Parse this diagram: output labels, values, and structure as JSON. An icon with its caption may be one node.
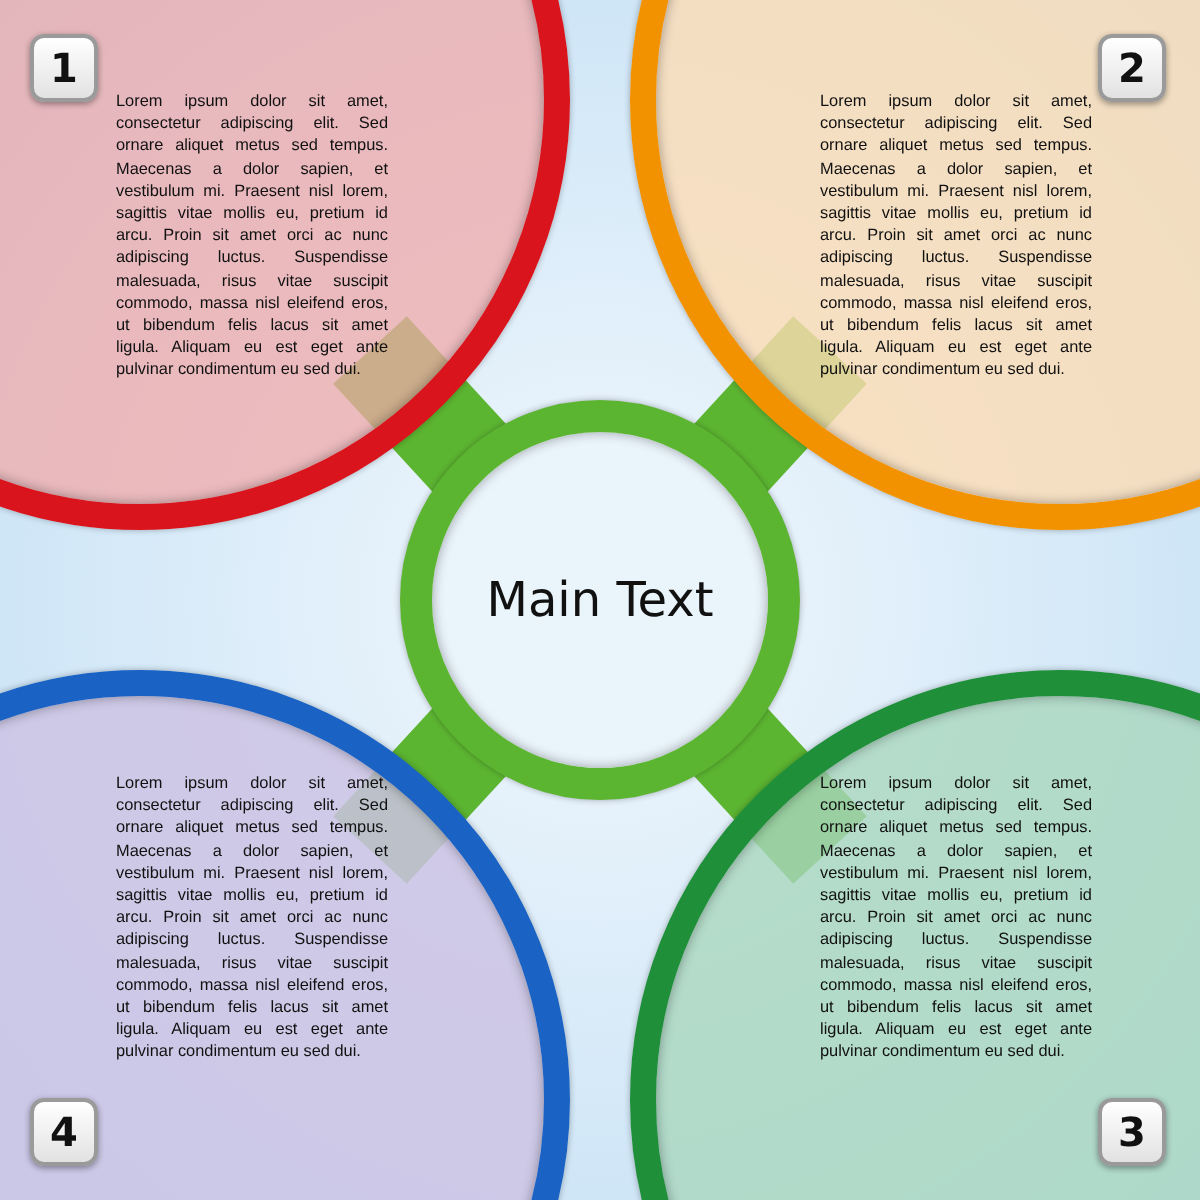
{
  "diagram": {
    "nodes": [
      {
        "text": [
          "1",
          "Lorem ipsum dolor sit amet, consectetur adipiscing elit. Sed ornare aliquet metus sed tempus. Maecenas a dolor sapien, et vestibulum mi. Praesent nisl lorem, sagittis vitae mollis eu, pretium id arcu. Proin sit amet orci ac nunc adipiscing luctus. Suspendisse malesuada, risus vitae suscipit commodo, massa nisl eleifend eros, ut bibendum felis lacus sit amet ligula. Aliquam eu est eget ante pulvinar condimentum eu sed dui."
        ]
      },
      {
        "text": [
          "2",
          "Lorem ipsum dolor sit amet, consectetur adipiscing elit. Sed ornare aliquet metus sed tempus. Maecenas a dolor sapien, et vestibulum mi. Praesent nisl lorem, sagittis vitae mollis eu, pretium id arcu. Proin sit amet orci ac nunc adipiscing luctus. Suspendisse malesuada, risus vitae suscipit commodo, massa nisl eleifend eros, ut bibendum felis lacus sit amet ligula. Aliquam eu est eget ante pulvinar condimentum eu sed dui."
        ]
      },
      {
        "text": [
          "Main Text"
        ]
      },
      {
        "text": [
          "4",
          "Lorem ipsum dolor sit amet, consectetur adipiscing elit. Sed ornare aliquet metus sed tempus. Maecenas a dolor sapien, et vestibulum mi. Praesent nisl lorem, sagittis vitae mollis eu, pretium id arcu. Proin sit amet orci ac nunc adipiscing luctus. Suspendisse malesuada, risus vitae suscipit commodo, massa nisl eleifend eros, ut bibendum felis lacus sit amet ligula. Aliquam eu est eget ante pulvinar condimentum eu sed dui."
        ]
      },
      {
        "text": [
          "3",
          "Lorem ipsum dolor sit amet, consectetur adipiscing elit. Sed ornare aliquet metus sed tempus. Maecenas a dolor sapien, et vestibulum mi. Praesent nisl lorem, sagittis vitae mollis eu, pretium id arcu. Proin sit amet orci ac nunc adipiscing luctus. Suspendisse malesuada, risus vitae suscipit commodo, massa nisl eleifend eros, ut bibendum felis lacus sit amet ligula. Aliquam eu est eget ante pulvinar condimentum eu sed dui."
        ]
      }
    ]
  }
}
